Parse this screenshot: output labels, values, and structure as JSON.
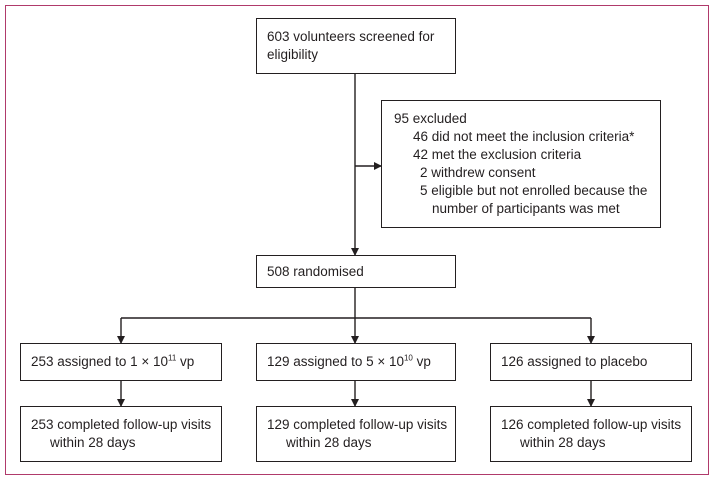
{
  "screening": {
    "text": "603 volunteers screened for eligibility"
  },
  "excluded": {
    "title": "95 excluded",
    "items": [
      "46 did not meet the inclusion criteria*",
      "42 met the exclusion criteria",
      "2 withdrew consent",
      "5 eligible but not enrolled because the number of participants was met"
    ]
  },
  "randomised": {
    "text": "508 randomised"
  },
  "arms": [
    {
      "assigned_prefix": "253 assigned to 1 × 10",
      "exponent": "11",
      "assigned_suffix": " vp",
      "completed_line1": "253 completed follow-up visits",
      "completed_line2": "within 28 days"
    },
    {
      "assigned_prefix": "129 assigned to 5 × 10",
      "exponent": "10",
      "assigned_suffix": " vp",
      "completed_line1": "129 completed follow-up visits",
      "completed_line2": "within 28 days"
    },
    {
      "assigned_prefix": "126 assigned to placebo",
      "exponent": "",
      "assigned_suffix": "",
      "completed_line1": "126 completed follow-up visits",
      "completed_line2": "within 28 days"
    }
  ],
  "colors": {
    "frame": "#b03a6b",
    "line": "#231f20"
  }
}
